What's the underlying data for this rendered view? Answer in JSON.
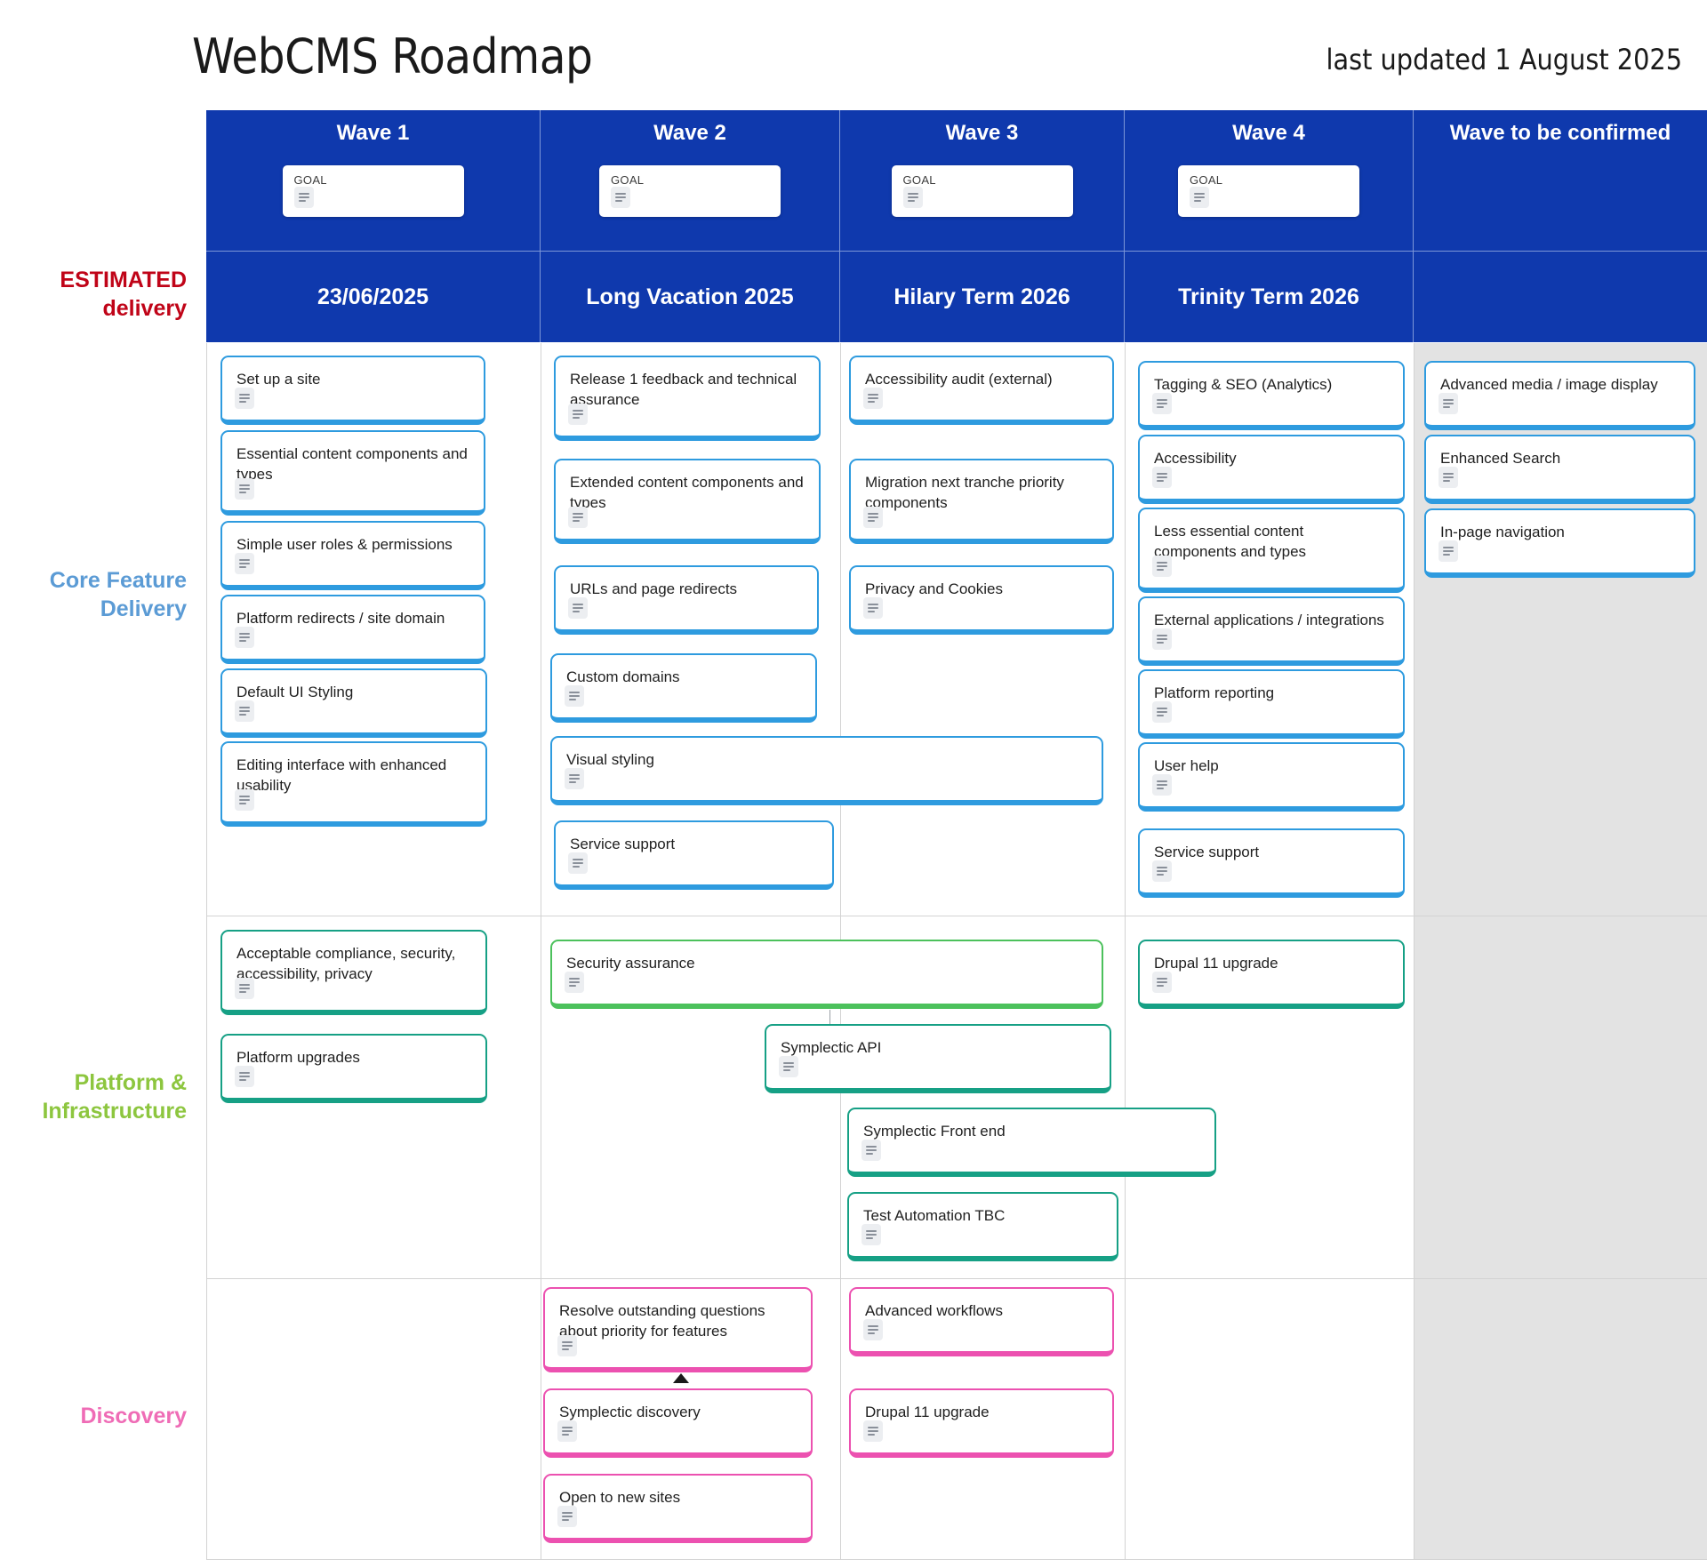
{
  "header": {
    "title": "WebCMS Roadmap",
    "last_updated": "last updated 1 August 2025"
  },
  "row_labels": {
    "estimated": "ESTIMATED\ndelivery",
    "estimated_line1": "ESTIMATED",
    "estimated_line2": "delivery",
    "core_line1": "Core Feature",
    "core_line2": "Delivery",
    "platform_line1": "Platform &",
    "platform_line2": "Infrastructure",
    "discovery": "Discovery"
  },
  "colors": {
    "header_blue": "#0f39ad",
    "estimated_red": "#c00418",
    "core_blue": "#5b9bd5",
    "platform_green": "#8dc63f",
    "discovery_pink": "#ef6cb6",
    "card_blue": "#2e9bdf",
    "card_teal": "#16a085",
    "card_green": "#4cc15c",
    "card_pink": "#ec51b0",
    "tbc_background": "#e3e3e3"
  },
  "waves": [
    {
      "title": "Wave 1",
      "goal_label": "GOAL",
      "delivery": "23/06/2025"
    },
    {
      "title": "Wave 2",
      "goal_label": "GOAL",
      "delivery": "Long Vacation 2025"
    },
    {
      "title": "Wave 3",
      "goal_label": "GOAL",
      "delivery": "Hilary Term 2026"
    },
    {
      "title": "Wave 4",
      "goal_label": "GOAL",
      "delivery": "Trinity Term 2026"
    },
    {
      "title": "Wave to be confirmed",
      "goal_label": "",
      "delivery": ""
    }
  ],
  "icons": {
    "note": "notes-icon"
  },
  "cards": {
    "core": [
      {
        "id": "c1",
        "label": "Set up a site"
      },
      {
        "id": "c2",
        "label": "Essential content components and types"
      },
      {
        "id": "c3",
        "label": "Simple user roles & permissions"
      },
      {
        "id": "c4",
        "label": "Platform redirects / site domain"
      },
      {
        "id": "c5",
        "label": "Default UI Styling"
      },
      {
        "id": "c6",
        "label": "Editing interface with enhanced usability"
      },
      {
        "id": "c7",
        "label": "Release 1 feedback and technical assurance"
      },
      {
        "id": "c8",
        "label": "Extended content components and types"
      },
      {
        "id": "c9",
        "label": "URLs and page redirects"
      },
      {
        "id": "c10",
        "label": "Custom domains"
      },
      {
        "id": "c11",
        "label": "Visual styling"
      },
      {
        "id": "c12",
        "label": "Service support"
      },
      {
        "id": "c13",
        "label": "Accessibility audit (external)"
      },
      {
        "id": "c14",
        "label": "Migration next tranche priority components"
      },
      {
        "id": "c15",
        "label": "Privacy and Cookies"
      },
      {
        "id": "c16",
        "label": "Tagging & SEO (Analytics)"
      },
      {
        "id": "c17",
        "label": "Accessibility"
      },
      {
        "id": "c18",
        "label": "Less essential content components and types"
      },
      {
        "id": "c19",
        "label": "External applications / integrations"
      },
      {
        "id": "c20",
        "label": "Platform reporting"
      },
      {
        "id": "c21",
        "label": "User help"
      },
      {
        "id": "c22",
        "label": "Service support"
      },
      {
        "id": "c23",
        "label": "Advanced media / image display"
      },
      {
        "id": "c24",
        "label": "Enhanced Search"
      },
      {
        "id": "c25",
        "label": "In-page navigation"
      }
    ],
    "platform": [
      {
        "id": "p1",
        "label": "Acceptable compliance, security, accessibility, privacy"
      },
      {
        "id": "p2",
        "label": "Platform upgrades"
      },
      {
        "id": "p3",
        "label": "Security assurance"
      },
      {
        "id": "p4",
        "label": "Symplectic API"
      },
      {
        "id": "p5",
        "label": "Symplectic Front end"
      },
      {
        "id": "p6",
        "label": "Test Automation TBC"
      },
      {
        "id": "p7",
        "label": "Drupal 11 upgrade"
      }
    ],
    "discovery": [
      {
        "id": "d1",
        "label": "Resolve outstanding questions about priority for features"
      },
      {
        "id": "d2",
        "label": "Symplectic discovery"
      },
      {
        "id": "d3",
        "label": "Open to new sites"
      },
      {
        "id": "d4",
        "label": "Advanced workflows"
      },
      {
        "id": "d5",
        "label": "Drupal 11 upgrade"
      }
    ]
  }
}
